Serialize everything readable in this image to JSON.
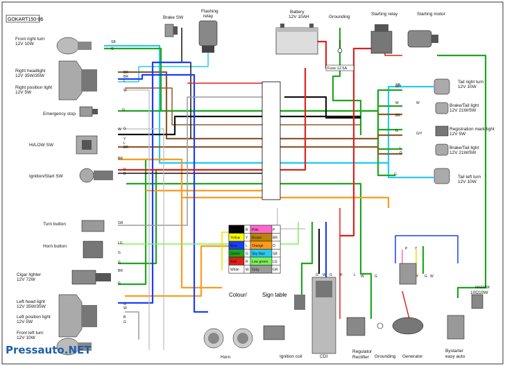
{
  "title": "GOKART150-06",
  "watermark": "Pressauto.NET",
  "top_labels": {
    "brake_sw": "Brake SW",
    "flashing_relay_1": "Flashing",
    "flashing_relay_2": "relay",
    "battery_1": "Battery",
    "battery_2": "12V 10AH",
    "grounding_top": "Grounding",
    "starting_relay": "Starting relay",
    "starting_motor": "Starting motor",
    "fuse": "Fuse 12.5A"
  },
  "left_components": [
    {
      "name": "Front right turn",
      "spec": "12V 10W"
    },
    {
      "name": "Right headlight",
      "spec": "12V 35W/35W"
    },
    {
      "name": "Right position light",
      "spec": "12V 5W"
    },
    {
      "name": "Emergency stop",
      "spec": ""
    },
    {
      "name": "Hi/LOW SW",
      "spec": ""
    },
    {
      "name": "Ignition/Start SW",
      "spec": ""
    },
    {
      "name": "Turn button",
      "spec": ""
    },
    {
      "name": "Horn button",
      "spec": ""
    },
    {
      "name": "Cigar lighter",
      "spec": "12V 72W"
    },
    {
      "name": "Left head light",
      "spec": "12V 35W/35W"
    },
    {
      "name": "Left position light",
      "spec": "12V 5W"
    },
    {
      "name": "Front left turn",
      "spec": "12V 10W"
    }
  ],
  "right_components": [
    {
      "name": "Tail right turn",
      "spec": "12V 10W"
    },
    {
      "name": "Brake/Tail light",
      "spec": "12V 21W/5W"
    },
    {
      "name": "Registration mark light",
      "spec": "12V 5W"
    },
    {
      "name": "Brake/Tail light",
      "spec": "12V 21W/5W"
    },
    {
      "name": "Tail left turn",
      "spec": "12V 10W"
    }
  ],
  "bottom_labels": {
    "horn": "Horn",
    "ignition_coil": "Ignition coil",
    "cdi": "CDI",
    "regulator_1": "Regulator",
    "regulator_2": "Rectifier",
    "grounding": "Grounding",
    "generator": "Generator",
    "bystarter_1": "Bystarter",
    "bystarter_2": "easy auto",
    "resistor_1": "resistor",
    "resistor_2": "10Ω10W"
  },
  "colour_table": {
    "title_1": "Colour/",
    "title_2": "Sign table",
    "rows": [
      {
        "c1": "Black",
        "s1": "B",
        "sw1": "#000000",
        "t1": "#ffffff",
        "c2": "Pink",
        "s2": "P",
        "sw2": "#ff66cc",
        "t2": "#000000"
      },
      {
        "c1": "Yellow",
        "s1": "Y",
        "sw1": "#ffff00",
        "t1": "#000000",
        "c2": "Brown",
        "s2": "BR",
        "sw2": "#b8860b",
        "t2": "#000000"
      },
      {
        "c1": "Blue",
        "s1": "L",
        "sw1": "#1a3cff",
        "t1": "#ffffff",
        "c2": "Orange",
        "s2": "O",
        "sw2": "#ff9a1a",
        "t2": "#000000"
      },
      {
        "c1": "Green",
        "s1": "G",
        "sw1": "#1fa51f",
        "t1": "#000000",
        "c2": "Sky blue",
        "s2": "SB",
        "sw2": "#29c9f0",
        "t2": "#000000"
      },
      {
        "c1": "Red",
        "s1": "R",
        "sw1": "#e0201a",
        "t1": "#000000",
        "c2": "Low green",
        "s2": "LG",
        "sw2": "#7cf25a",
        "t2": "#000000"
      },
      {
        "c1": "White",
        "s1": "W",
        "sw1": "#ffffff",
        "t1": "#000000",
        "c2": "Gray",
        "s2": "GR",
        "sw2": "#9a9a9a",
        "t2": "#000000"
      }
    ]
  },
  "wire_codes": [
    "SB",
    "G",
    "BR",
    "BR",
    "L",
    "W",
    "G",
    "G",
    "W",
    "Y",
    "L",
    "BR",
    "BR",
    "R",
    "B",
    "GR",
    "LG",
    "G",
    "G",
    "BR",
    "G",
    "G",
    "W",
    "B",
    "G",
    "G/Y",
    "W",
    "BR",
    "G",
    "W",
    "G/Y",
    "L",
    "G",
    "SB",
    "G",
    "P",
    "Y",
    "G",
    "W",
    "G",
    "W",
    "G",
    "R",
    "L",
    "Y",
    "G",
    "W"
  ],
  "colors": {
    "red": "#e0201a",
    "green": "#1fa51f",
    "blue": "#1a3cff",
    "skyblue": "#29c9f0",
    "brown": "#8b5a2b",
    "orange": "#ff9a1a",
    "black": "#111111",
    "gray": "#9a9a9a",
    "lowgreen": "#7cf25a",
    "yellow": "#e8e000",
    "pink": "#ff66cc"
  }
}
